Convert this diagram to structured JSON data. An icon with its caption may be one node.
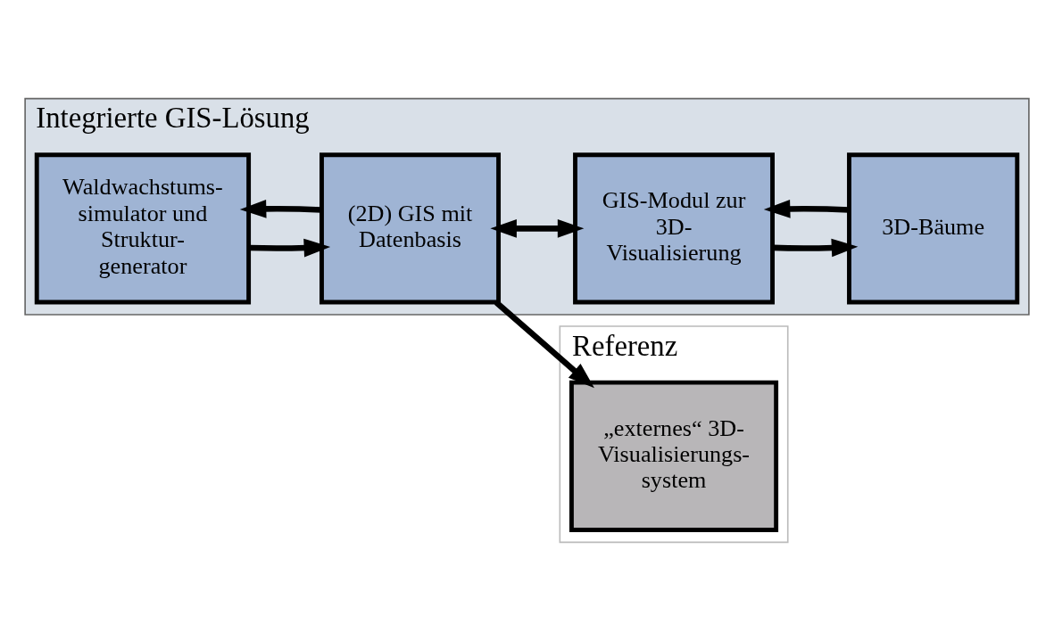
{
  "diagram": {
    "nodes": [
      {
        "text": [
          "Integrierte GIS-Lösung"
        ]
      },
      {
        "text": [
          "GIS-Modul zur 3D- Visualisierung"
        ],
        "in": 0
      },
      {
        "text": [
          "3D-Bäume"
        ],
        "in": 0
      },
      {
        "text": [
          "Waldwachstums- simulator und Struktur- generator"
        ],
        "in": 0
      },
      {
        "text": [
          "(2D) GIS mit Datenbasis"
        ],
        "in": 0
      },
      {
        "text": [
          "Referenz"
        ]
      },
      {
        "text": [
          "„externes“ 3D- Visualisierungs- system"
        ],
        "in": 5
      }
    ],
    "edges": [
      {
        "from": 1,
        "to": 2,
        "arrow": "to"
      },
      {
        "from": 2,
        "to": 1,
        "arrow": "to"
      },
      {
        "from": 4,
        "to": 1,
        "arrow": "both"
      },
      {
        "from": 4,
        "to": 3,
        "arrow": "to"
      },
      {
        "from": 3,
        "to": 4,
        "arrow": "to"
      },
      {
        "from": 4,
        "to": 6,
        "arrow": "to"
      }
    ]
  }
}
